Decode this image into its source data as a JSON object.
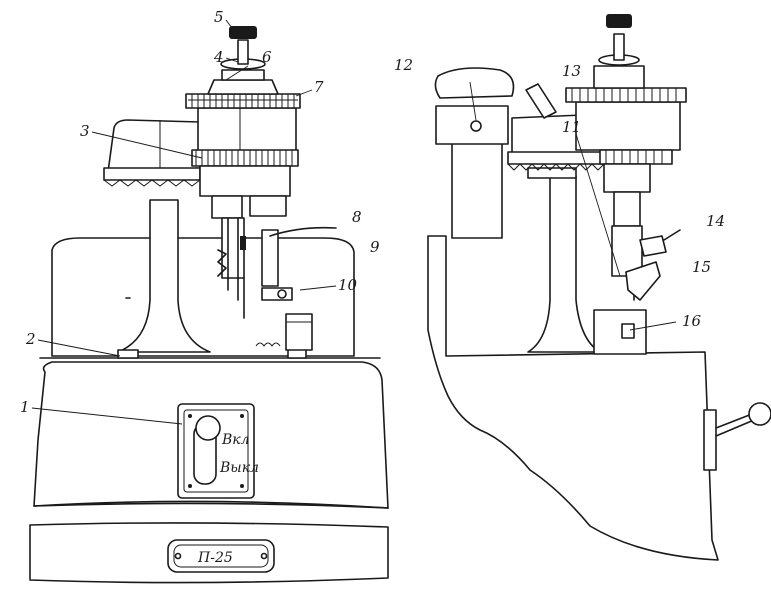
{
  "callouts": [
    {
      "id": "1",
      "label": "1"
    },
    {
      "id": "2",
      "label": "2"
    },
    {
      "id": "3",
      "label": "3"
    },
    {
      "id": "4",
      "label": "4"
    },
    {
      "id": "5",
      "label": "5"
    },
    {
      "id": "6",
      "label": "6"
    },
    {
      "id": "7",
      "label": "7"
    },
    {
      "id": "8",
      "label": "8"
    },
    {
      "id": "9",
      "label": "9"
    },
    {
      "id": "10",
      "label": "10"
    },
    {
      "id": "11",
      "label": "11"
    },
    {
      "id": "12",
      "label": "12"
    },
    {
      "id": "13",
      "label": "13"
    },
    {
      "id": "14",
      "label": "14"
    },
    {
      "id": "15",
      "label": "15"
    },
    {
      "id": "16",
      "label": "16"
    }
  ],
  "switch_labels": {
    "on": "Вкл",
    "off": "Выкл"
  },
  "nameplate": "П-25",
  "colors": {
    "ink": "#1a1a1a",
    "paper": "#ffffff"
  }
}
